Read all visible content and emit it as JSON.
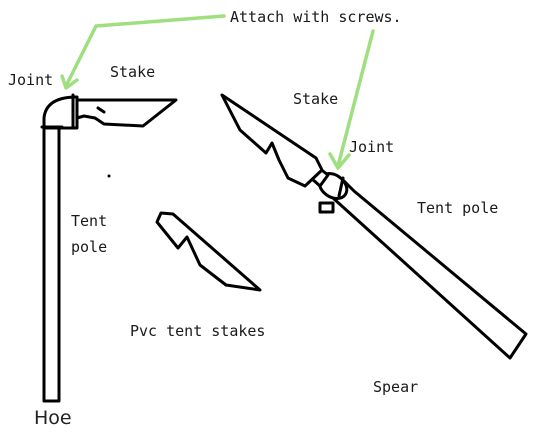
{
  "labels": {
    "attach": "Attach with screws.",
    "joint_left": "Joint",
    "stake_left": "Stake",
    "stake_right": "Stake",
    "joint_right": "Joint",
    "tent_pole_left_line1": "Tent",
    "tent_pole_left_line2": "pole",
    "tent_pole_right": "Tent pole",
    "pvc_stakes": "Pvc tent stakes",
    "spear": "Spear",
    "hoe": "Hoe"
  },
  "colors": {
    "ink": "#000000",
    "arrow": "#9fdf80",
    "text": "#1a1a1a",
    "background": "#ffffff"
  }
}
